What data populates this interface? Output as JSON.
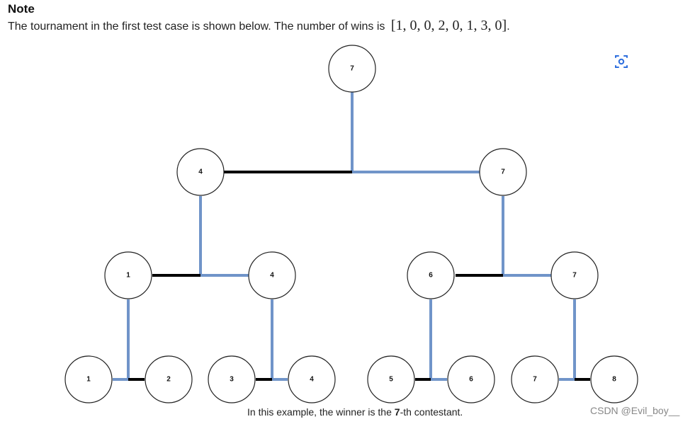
{
  "note": {
    "title": "Note",
    "text": "The tournament in the first test case is shown below. The number of wins is",
    "wins": "[1, 0, 0, 2, 0, 1, 3, 0]",
    "wins_suffix": "."
  },
  "caption": {
    "prefix": "In this example, the winner is the",
    "winner": "7",
    "suffix": "-th contestant."
  },
  "watermark": "CSDN @Evil_boy__",
  "scan_icon": "scan-icon",
  "colors": {
    "winner_edge": "#7094c9",
    "loser_edge": "#000000",
    "node_border": "#222222"
  },
  "tree": {
    "root": "7",
    "level1": [
      "4",
      "7"
    ],
    "level2": [
      "1",
      "4",
      "6",
      "7"
    ],
    "leaves": [
      "1",
      "2",
      "3",
      "4",
      "5",
      "6",
      "7",
      "8"
    ]
  }
}
